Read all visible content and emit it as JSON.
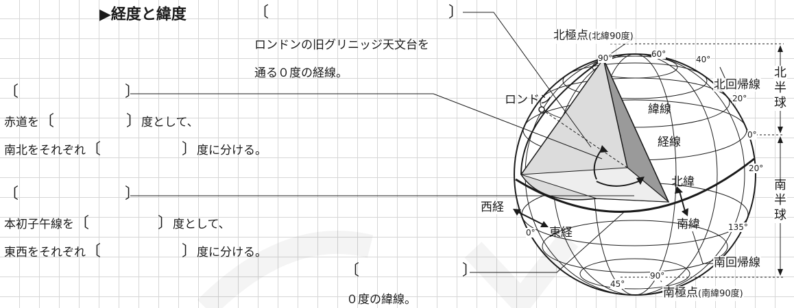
{
  "title": "▶経度と緯度",
  "brackets": {
    "open": "〔",
    "close": "〕"
  },
  "greenwich_desc": [
    "ロンドンの旧グリニッジ天文台を",
    "通る０度の経線。"
  ],
  "latitude_desc": {
    "line1_prefix": "赤道を",
    "line1_suffix": "度として、",
    "line2_prefix": "南北をそれぞれ",
    "line2_suffix": "度に分ける。"
  },
  "longitude_desc": {
    "line1_prefix": "本初子午線を",
    "line1_suffix": "度として、",
    "line2_prefix": "東西をそれぞれ",
    "line2_suffix": "度に分ける。"
  },
  "equator_desc": "０度の緯線。",
  "globe": {
    "north_pole": "北極点",
    "north_pole_note": "(北緯90度)",
    "south_pole": "南極点",
    "south_pole_note": "(南緯90度)",
    "london": "ロンドン",
    "latitude_line": "緯線",
    "longitude_line": "経線",
    "tropic_cancer": "北回帰線",
    "tropic_capricorn": "南回帰線",
    "north_lat": "北緯",
    "south_lat": "南緯",
    "west_long": "西経",
    "east_long": "東経",
    "north_hemisphere": [
      "北",
      "半",
      "球"
    ],
    "south_hemisphere": [
      "南",
      "半",
      "球"
    ],
    "degrees": {
      "d90_top": "90°",
      "d60": "60°",
      "d40": "40°",
      "d20_n": "20°",
      "d0_right": "0°",
      "d20_s": "20°",
      "d135": "135°",
      "d0_left": "0°",
      "d45": "45°",
      "d90_bottom": "90°"
    }
  },
  "colors": {
    "line": "#1a1a1a",
    "shade_light": "#dcdcdc",
    "shade_mid": "#bdbdbd",
    "shade_dark": "#9a9a9a",
    "grid": "#d6d6d6"
  }
}
